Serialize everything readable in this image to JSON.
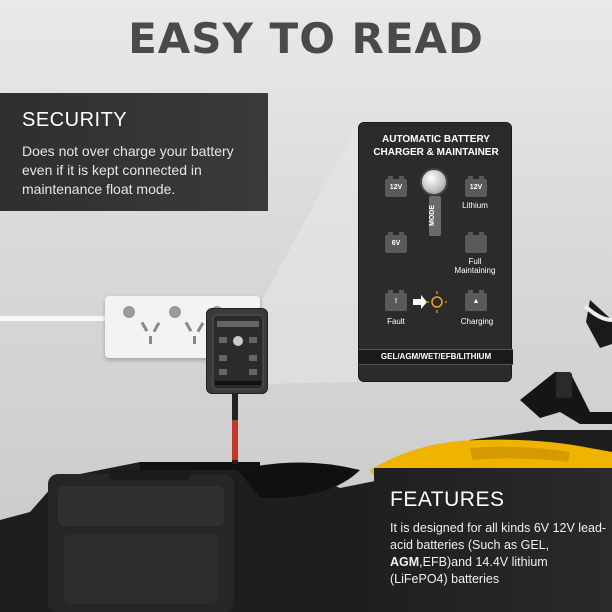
{
  "headline": "EASY TO READ",
  "security": {
    "title": "SECURITY",
    "description": "Does not over charge your battery even if it is kept connected in maintenance float mode."
  },
  "panel": {
    "title_line1": "AUTOMATIC BATTERY",
    "title_line2": "CHARGER & MAINTAINER",
    "battery_12v_left": "12V",
    "battery_12v_right": "12V",
    "lithium_label": "Lithium",
    "mode_label": "MODE",
    "battery_6v": "6V",
    "full_label_line1": "Full",
    "full_label_line2": "Maintaining",
    "fault_label": "Fault",
    "charging_label": "Charging",
    "footer": "GEL/AGM/WET/EFB/LITHIUM",
    "colors": {
      "panel_bg": "#2b2b2b",
      "footer_bg": "#1a1a1a"
    }
  },
  "features": {
    "title": "FEATURES",
    "desc_part1": "It is designed for all kinds 6V 12V lead-acid batteries (Such as GEL, ",
    "desc_bold": "AGM",
    "desc_part2": ",EFB)and 14.4V lithium (LiFePO4) batteries"
  },
  "colors": {
    "headline": "#4a4a4a",
    "box_bg": "#2f2f2f",
    "moto_yellow": "#f0b400"
  },
  "icons": [
    "battery-icon",
    "mode-knob-icon",
    "fault-icon",
    "sun-icon",
    "charging-arrow-icon",
    "power-socket-icon"
  ]
}
